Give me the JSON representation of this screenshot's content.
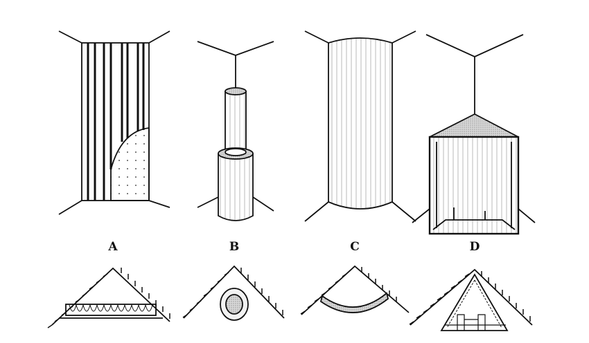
{
  "labels": [
    "A",
    "B",
    "C",
    "D"
  ],
  "colors": {
    "ink": "#111111",
    "stipple": "#bdbdbd",
    "background": "#ffffff"
  }
}
